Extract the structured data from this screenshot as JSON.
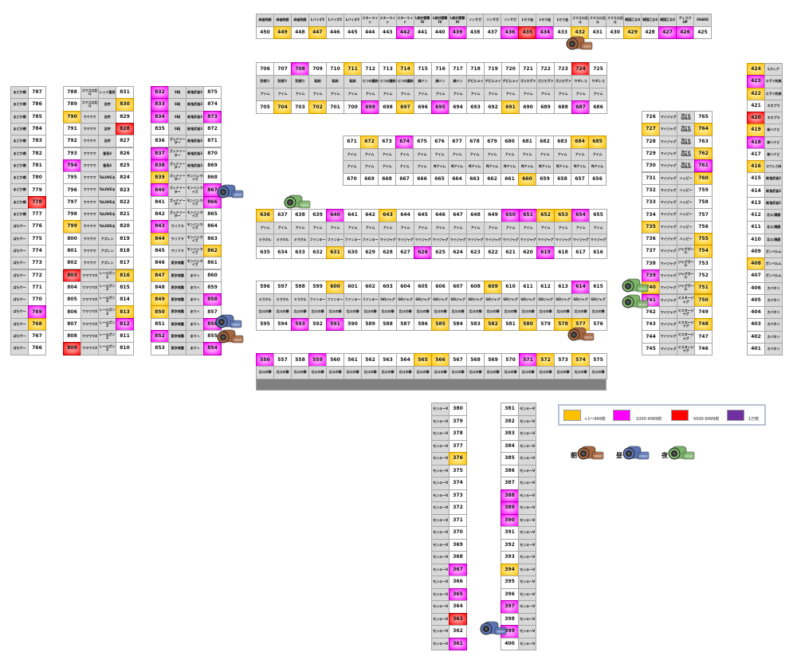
{
  "blocks": [
    {
      "id": "top",
      "lines": [
        [
          "麻雀物語",
          "麻雀物語",
          "麻雀物語",
          "Lバイオ5",
          "Lバイオ5",
          "Lバイオ5",
          "スターライト",
          "スターライト",
          "スターライト",
          "L絶対衝撃IV",
          "L絶対衝撃IV",
          "L絶対衝撃IV",
          "ソンサガ",
          "ソンサガ",
          "ソンサガ",
          "Lモラ金",
          "Lモラ金",
          "Lモラ金",
          "スマスロ北斗",
          "スマスロ北斗",
          "スマスロ北斗",
          "戦国乙女4",
          "戦国乙女4",
          "戦国乙女4",
          "ディスクUP",
          "SHAKE"
        ],
        [
          "450",
          "449",
          "448",
          "447",
          "446",
          "445",
          "444",
          "443",
          "442",
          "441",
          "440",
          "439",
          "438",
          "437",
          "436",
          "435",
          "434",
          "433",
          "432",
          "431",
          "430",
          "429",
          "428",
          "427",
          "426",
          "425"
        ]
      ]
    },
    {
      "id": "b706",
      "lines": [
        [
          "706",
          "707",
          "708",
          "709",
          "710",
          "711",
          "712",
          "713",
          "714",
          "715",
          "716",
          "717",
          "718",
          "719",
          "720",
          "721",
          "722",
          "723",
          "724",
          "725"
        ],
        [
          "防振り",
          "防振り",
          "防振り",
          "転剣",
          "転剣",
          "転剣",
          "七つの魔剣",
          "七つの魔剣",
          "七つの魔剣",
          "緑ドン",
          "緑ドン",
          "緑ドン",
          "デビルメイ",
          "デビルメイ",
          "デビルメイ",
          "ゴジエヴァ",
          "ゴジエヴァ",
          "ゴジエヴァ",
          "サギレコ",
          "サギレコ"
        ],
        [
          "アイム",
          "アイム",
          "アイム",
          "アイム",
          "アイム",
          "アイム",
          "アイム",
          "アイム",
          "アイム",
          "アイム",
          "アイム",
          "アイム",
          "アイム",
          "アイム",
          "アイム",
          "アイム",
          "アイム",
          "アイム",
          "アイム",
          "アイム"
        ],
        [
          "705",
          "704",
          "703",
          "702",
          "701",
          "700",
          "699",
          "698",
          "697",
          "696",
          "695",
          "694",
          "693",
          "692",
          "691",
          "690",
          "689",
          "688",
          "687",
          "686"
        ]
      ]
    },
    {
      "id": "b671",
      "lines": [
        [
          "671",
          "672",
          "673",
          "674",
          "675",
          "676",
          "677",
          "678",
          "679",
          "680",
          "681",
          "682",
          "683",
          "684",
          "685"
        ],
        [
          "アイム",
          "アイム",
          "アイム",
          "アイム",
          "アイム",
          "アイム",
          "アイム",
          "アイム",
          "アイム",
          "アイム",
          "アイム",
          "アイム",
          "アイム",
          "アイム",
          "アイム"
        ],
        [
          "アイム",
          "アイム",
          "アイム",
          "アイム",
          "アイム",
          "Nアイム",
          "Nアイム",
          "Nアイム",
          "Nアイム",
          "Nアイム",
          "Nアイム",
          "Nアイム",
          "Nアイム",
          "Nアイム",
          "Nアイム"
        ],
        [
          "670",
          "669",
          "668",
          "667",
          "666",
          "665",
          "664",
          "663",
          "662",
          "661",
          "660",
          "659",
          "658",
          "657",
          "656"
        ]
      ]
    },
    {
      "id": "b636",
      "lines": [
        [
          "636",
          "637",
          "638",
          "639",
          "640",
          "641",
          "642",
          "643",
          "644",
          "645",
          "646",
          "647",
          "648",
          "649",
          "650",
          "651",
          "652",
          "653",
          "654",
          "655"
        ],
        [
          "アイム",
          "アイム",
          "アイム",
          "アイム",
          "アイム",
          "アイム",
          "アイム",
          "アイム",
          "アイム",
          "アイム",
          "アイム",
          "アイム",
          "アイム",
          "アイム",
          "アイム",
          "アイム",
          "アイム",
          "アイム",
          "アイム",
          "アイム"
        ],
        [
          "ミラクル",
          "ミラクル",
          "ミラクル",
          "ファンキー",
          "ファンキー",
          "ファンキー",
          "ファンキー",
          "マイジャグ",
          "マイジャグ",
          "マイジャグ",
          "マイジャグ",
          "マイジャグ",
          "マイジャグ",
          "マイジャグ",
          "マイジャグ",
          "マイジャグ",
          "マイジャグ",
          "マイジャグ",
          "マイジャグ",
          "マイジャグ"
        ],
        [
          "635",
          "634",
          "633",
          "632",
          "631",
          "630",
          "629",
          "628",
          "627",
          "626",
          "625",
          "624",
          "623",
          "622",
          "621",
          "620",
          "619",
          "618",
          "617",
          "616"
        ]
      ]
    },
    {
      "id": "b596",
      "lines": [
        [
          "596",
          "597",
          "598",
          "599",
          "600",
          "601",
          "602",
          "603",
          "604",
          "605",
          "606",
          "607",
          "608",
          "609",
          "610",
          "611",
          "612",
          "613",
          "614",
          "615"
        ],
        [
          "ミラクル",
          "ミラクル",
          "ミラクル",
          "ファンキー",
          "ファンキー",
          "ファンキー",
          "ファンキー",
          "GOジャグ",
          "GOジャグ",
          "GOジャグ",
          "GOジャグ",
          "GOジャグ",
          "GOジャグ",
          "GOジャグ",
          "GOジャグ",
          "GOジャグ",
          "GOジャグ",
          "GOジャグ",
          "GOジャグ",
          "GOジャグ"
        ],
        [
          "北斗の拳",
          "北斗の拳",
          "北斗の拳",
          "北斗の拳",
          "北斗の拳",
          "北斗の拳",
          "北斗の拳",
          "北斗の拳",
          "北斗の拳",
          "北斗の拳",
          "北斗の拳",
          "北斗の拳",
          "北斗の拳",
          "北斗の拳",
          "北斗の拳",
          "北斗の拳",
          "北斗の拳",
          "北斗の拳",
          "北斗の拳",
          "北斗の拳"
        ],
        [
          "595",
          "594",
          "593",
          "592",
          "591",
          "590",
          "589",
          "588",
          "587",
          "586",
          "585",
          "584",
          "583",
          "582",
          "581",
          "580",
          "579",
          "578",
          "577",
          "576"
        ]
      ]
    },
    {
      "id": "b556",
      "lines": [
        [
          "556",
          "557",
          "558",
          "559",
          "560",
          "561",
          "562",
          "563",
          "564",
          "565",
          "566",
          "567",
          "568",
          "569",
          "570",
          "571",
          "572",
          "573",
          "574",
          "575"
        ],
        [
          "北斗の拳",
          "北斗の拳",
          "北斗の拳",
          "北斗の拳",
          "北斗の拳",
          "北斗の拳",
          "北斗の拳",
          "北斗の拳",
          "北斗の拳",
          "北斗の拳",
          "北斗の拳",
          "北斗の拳",
          "北斗の拳",
          "北斗の拳",
          "北斗の拳",
          "北斗の拳",
          "北斗の拳",
          "北斗の拳",
          "北斗の拳",
          "北斗の拳"
        ]
      ]
    },
    {
      "id": "L1",
      "lines": [
        [
          "まどか様",
          "まどか様",
          "まどか様",
          "まどか様",
          "まどか様",
          "まどか様",
          "まどか様",
          "まどか様",
          "まどか様",
          "まどか様",
          "まどか様",
          "ぱらサー",
          "ぱらサー",
          "ぱらサー",
          "ぱらサー",
          "ぱらサー",
          "ぱらサー",
          "ぱらサー",
          "ぱらサー",
          "ぱらサー",
          "ぱらサー",
          "ぱらサー"
        ],
        [
          "787",
          "786",
          "785",
          "784",
          "783",
          "782",
          "781",
          "780",
          "779",
          "778",
          "777",
          "776",
          "775",
          "774",
          "773",
          "772",
          "771",
          "770",
          "769",
          "768",
          "767",
          "766"
        ]
      ]
    },
    {
      "id": "L2",
      "lines": [
        [
          "788",
          "789",
          "790",
          "791",
          "792",
          "793",
          "794",
          "795",
          "796",
          "797",
          "798",
          "799",
          "800",
          "801",
          "802",
          "803",
          "804",
          "805",
          "806",
          "807",
          "808",
          "809"
        ],
        [
          "スマスロ北斗",
          "スマスロ北斗",
          "ウマウマ",
          "ウマウマ",
          "ウマウマ",
          "ウマウマ",
          "ウマウマ",
          "ウマウマ",
          "ウマウマ",
          "ウマウマ",
          "ウマウマ",
          "ウマウマ",
          "ウマウマ",
          "ウマウマ",
          "ウマウマ",
          "ウマウマ2",
          "ウマウマ2",
          "ウマウマ2",
          "ウマウマ2",
          "ウマウマ2",
          "ウマウマ2",
          "ウマウマ2"
        ],
        [
          "レッツ番長",
          "吉宗",
          "吉宗",
          "吉宗",
          "吉宗",
          "番長4",
          "番長4",
          "ToLOVEる",
          "ToLOVEる",
          "ToLOVEる",
          "ToLOVEる",
          "ToLOVEる",
          "アズレン",
          "アズレン",
          "アズレン",
          "レールガン2",
          "レールガン2",
          "レールガン2",
          "レールガン2",
          "レールガン2",
          "レールガン2",
          "レールガン2"
        ],
        [
          "831",
          "830",
          "829",
          "828",
          "827",
          "826",
          "825",
          "824",
          "823",
          "822",
          "821",
          "820",
          "819",
          "818",
          "817",
          "816",
          "815",
          "814",
          "813",
          "812",
          "811",
          "810"
        ]
      ]
    },
    {
      "id": "L3",
      "lines": [
        [
          "832",
          "833",
          "834",
          "835",
          "836",
          "837",
          "838",
          "839",
          "840",
          "841",
          "842",
          "843",
          "844",
          "845",
          "846",
          "847",
          "848",
          "849",
          "850",
          "851",
          "852",
          "853"
        ],
        [
          "SBJ",
          "SBJ",
          "SBJ",
          "SBJ",
          "ゴッドイーター",
          "ゴッドイーター",
          "ゴッドイーター",
          "ゴッドイーター",
          "ゴッドイーター",
          "ゴッドイーター",
          "ゴッドイーター",
          "ウリフラ",
          "ウリフラ",
          "ウリフラ",
          "東京喰種",
          "東京喰種",
          "東京喰種",
          "東京喰種",
          "東京喰種",
          "東京喰種",
          "東京喰種",
          "東京喰種"
        ],
        [
          "新鬼武者3",
          "新鬼武者3",
          "新鬼武者3",
          "新鬼武者3",
          "新鬼武者3",
          "新鬼武者3",
          "新鬼武者3",
          "モンハンライズ",
          "モンハンライズ",
          "モンハンライズ",
          "モンハンライズ",
          "モンハンライズ",
          "モンハンライズ",
          "モンハンライズ",
          "モンハンライズ",
          "まりへ",
          "まりへ",
          "まりへ",
          "まりへ",
          "まりへ",
          "まりへ",
          "まりへ"
        ],
        [
          "875",
          "874",
          "873",
          "872",
          "871",
          "870",
          "869",
          "868",
          "867",
          "866",
          "865",
          "864",
          "863",
          "862",
          "861",
          "860",
          "859",
          "858",
          "857",
          "856",
          "855",
          "854"
        ]
      ]
    },
    {
      "id": "R1",
      "lines": [
        [
          "726",
          "727",
          "728",
          "729",
          "730",
          "731",
          "732",
          "733",
          "734",
          "735",
          "736",
          "737",
          "738",
          "739",
          "740",
          "741",
          "742",
          "743",
          "744",
          "745"
        ],
        [
          "マイジャグ",
          "マイジャグ",
          "マイジャグ",
          "マイジャグ",
          "マイジャグ",
          "マイジャグ",
          "マイジャグ",
          "マイジャグ",
          "マイジャグ",
          "マイジャグ",
          "マイジャグ",
          "マイジャグ",
          "マイジャグ",
          "マイジャグ",
          "マイジャグ",
          "マイジャグ",
          "マイジャグ",
          "マイジャグ",
          "マイジャグ",
          "マイジャグ"
        ],
        [
          "沖ドキGOLD",
          "沖ドキGOLD",
          "沖ドキGOLD",
          "沖ドキGOLD",
          "沖ドキGOLD",
          "ハッピー",
          "ハッピー",
          "ハッピー",
          "ハッピー",
          "ハッピー",
          "ハッピー",
          "ジャグガール",
          "ジャグガール",
          "ジャグガール",
          "ジャグガール",
          "ミスタージャグ",
          "ミスタージャグ",
          "ミスタージャグ",
          "ミスタージャグ",
          "ミスタージャグ"
        ],
        [
          "765",
          "764",
          "763",
          "762",
          "761",
          "760",
          "759",
          "758",
          "757",
          "756",
          "755",
          "754",
          "753",
          "752",
          "751",
          "750",
          "749",
          "748",
          "747",
          "746"
        ]
      ]
    },
    {
      "id": "R2",
      "lines": [
        [
          "424",
          "423",
          "422",
          "421",
          "420",
          "419",
          "418",
          "417",
          "416",
          "415",
          "414",
          "413",
          "412",
          "411",
          "410",
          "409",
          "408",
          "407",
          "406",
          "405",
          "404",
          "403",
          "402",
          "401"
        ],
        [
          "Lクレア",
          "エヴァ約束",
          "エヴァ約束",
          "ネオプラ",
          "ネオプラ",
          "新ハナビ",
          "新ハナビ",
          "新ハナビ",
          "エウレカA",
          "新鬼武者2",
          "新鬼武者2",
          "新鬼武者2",
          "北斗/清廉",
          "北斗/清廉",
          "北斗/清廉",
          "ガンベルム",
          "ガンベルム",
          "ガンベルム",
          "カバネリ",
          "カバネリ",
          "カバネリ",
          "カバネリ",
          "カバネリ",
          "カバネリ"
        ]
      ]
    },
    {
      "id": "B1",
      "lines": [
        [
          "モンキーV",
          "モンキーV",
          "モンキーV",
          "モンキーV",
          "モンキーV",
          "モンキーV",
          "モンキーV",
          "モンキーV",
          "モンキーV",
          "モンキーV",
          "モンキーV",
          "モンキーV",
          "モンキーV",
          "モンキーV",
          "モンキーV",
          "モンキーV",
          "モンキーV",
          "モンキーV",
          "モンキーV",
          "モンキーV"
        ],
        [
          "380",
          "379",
          "378",
          "377",
          "376",
          "375",
          "374",
          "373",
          "372",
          "371",
          "370",
          "369",
          "368",
          "367",
          "366",
          "365",
          "364",
          "363",
          "362",
          "361"
        ]
      ]
    },
    {
      "id": "B2",
      "lines": [
        [
          "381",
          "382",
          "383",
          "384",
          "385",
          "386",
          "387",
          "388",
          "389",
          "390",
          "391",
          "392",
          "393",
          "394",
          "395",
          "396",
          "397",
          "398",
          "399",
          "400"
        ],
        [
          "モンキーV",
          "モンキーV",
          "モンキーV",
          "モンキーV",
          "モンキーV",
          "モンキーV",
          "モンキーV",
          "モンキーV",
          "モンキーV",
          "モンキーV",
          "モンキーV",
          "モンキーV",
          "モンキーV",
          "モンキーV",
          "モンキーV",
          "モンキーV",
          "モンキーV",
          "モンキーV",
          "モンキーV",
          "モンキーV"
        ]
      ]
    }
  ],
  "status": {
    "t1": [
      "449",
      "447",
      "432",
      "429",
      "711",
      "714",
      "704",
      "702",
      "697",
      "691",
      "672",
      "684",
      "685",
      "660",
      "636",
      "643",
      "652",
      "653",
      "631",
      "600",
      "609",
      "585",
      "582",
      "580",
      "578",
      "577",
      "565",
      "566",
      "572",
      "574",
      "768",
      "790",
      "799",
      "830",
      "816",
      "813",
      "839",
      "844",
      "847",
      "849",
      "850",
      "862",
      "727",
      "735",
      "740",
      "764",
      "762",
      "760",
      "755",
      "754",
      "751",
      "750",
      "748",
      "424",
      "422",
      "419",
      "416",
      "408",
      "376",
      "394"
    ],
    "t2": [
      "442",
      "439",
      "436",
      "434",
      "427",
      "426",
      "708",
      "699",
      "695",
      "687",
      "674",
      "640",
      "650",
      "651",
      "654",
      "626",
      "619",
      "614",
      "593",
      "591",
      "556",
      "559",
      "571",
      "769",
      "794",
      "812",
      "832",
      "833",
      "834",
      "837",
      "838",
      "840",
      "843",
      "852",
      "873",
      "867",
      "866",
      "858",
      "856",
      "854",
      "739",
      "741",
      "761",
      "423",
      "418",
      "367",
      "365",
      "361",
      "388",
      "389",
      "390",
      "397",
      "399"
    ],
    "t3": [
      "435",
      "724",
      "778",
      "803",
      "809",
      "828",
      "420",
      "363"
    ]
  },
  "legend": {
    "items": [
      {
        "label": "+1～999枚",
        "color": "#ffc000"
      },
      {
        "label": "1000-4999枚",
        "color": "#ff00ff"
      },
      {
        "label": "5000-9999枚",
        "color": "#ff0000"
      },
      {
        "label": "1万枚",
        "color": "#7030a0"
      }
    ],
    "cameras": [
      {
        "label": "朝",
        "color": "#a8663f"
      },
      {
        "label": "昼",
        "color": "#5a74b4"
      },
      {
        "label": "夜",
        "color": "#7cb56a"
      }
    ]
  },
  "camera_markers": [
    "morning",
    "noon",
    "night",
    "morning",
    "noon",
    "morning",
    "night",
    "night",
    "noon"
  ],
  "camera_badge": "VIDEO"
}
